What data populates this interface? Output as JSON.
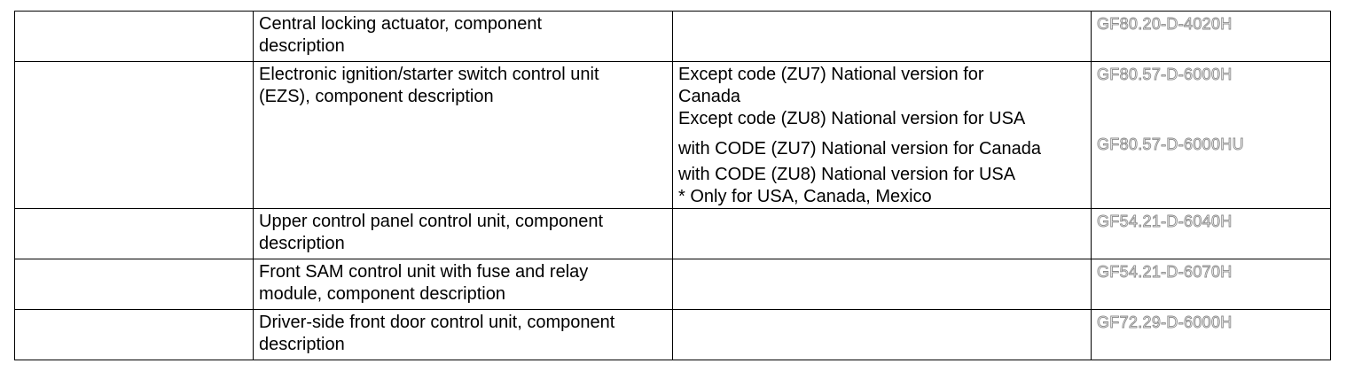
{
  "rows": [
    {
      "description": [
        "Central locking actuator, component",
        "description"
      ],
      "conditions": [],
      "refs": [
        "GF80.20-D-4020H"
      ]
    },
    {
      "description": [
        "Electronic ignition/starter switch control unit",
        "(EZS), component description"
      ],
      "conditions": [
        "Except code (ZU7) National version for",
        "Canada",
        "Except code (ZU8) National version for USA",
        "with CODE (ZU7) National version for Canada",
        "with CODE (ZU8) National version for USA",
        "* Only for USA, Canada, Mexico"
      ],
      "refs": [
        "GF80.57-D-6000H",
        "GF80.57-D-6000HU"
      ]
    },
    {
      "description": [
        "Upper control panel control unit, component",
        "description"
      ],
      "conditions": [],
      "refs": [
        "GF54.21-D-6040H"
      ]
    },
    {
      "description": [
        "Front SAM control unit with fuse and relay",
        "module, component description"
      ],
      "conditions": [],
      "refs": [
        "GF54.21-D-6070H"
      ]
    },
    {
      "description": [
        "Driver-side front door control unit, component",
        "description"
      ],
      "conditions": [],
      "refs": [
        "GF72.29-D-6000H"
      ]
    }
  ]
}
